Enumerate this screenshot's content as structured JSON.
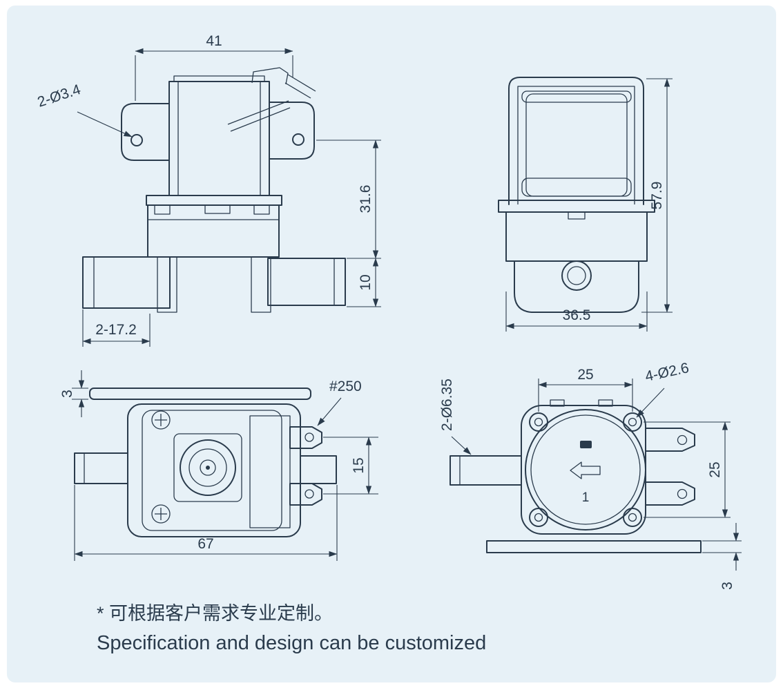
{
  "colors": {
    "background": "#e7f1f7",
    "line": "#2a3b4c"
  },
  "front_view": {
    "dim_coil_width": "41",
    "dim_mount_holes": "2-Ø3.4",
    "dim_body_height": "31.6",
    "dim_pipe_drop": "10",
    "dim_pipe_length": "2-17.2"
  },
  "side_view": {
    "dim_height": "57.9",
    "dim_width": "36.5"
  },
  "top_view": {
    "dim_bracket_thickness": "3",
    "terminal_spec": "#250",
    "dim_terminal_pitch": "15",
    "dim_overall_length": "67"
  },
  "back_view": {
    "dim_hole_pitch_top": "25",
    "corner_holes_label": "4-Ø2.6",
    "port_diameter_label": "2-Ø6.35",
    "dim_hole_pitch_side": "25",
    "dim_plate_thickness": "3",
    "flow_mark": "1"
  },
  "notes": {
    "chinese": "* 可根据客户需求专业定制。",
    "english": "Specification and design can be customized"
  }
}
